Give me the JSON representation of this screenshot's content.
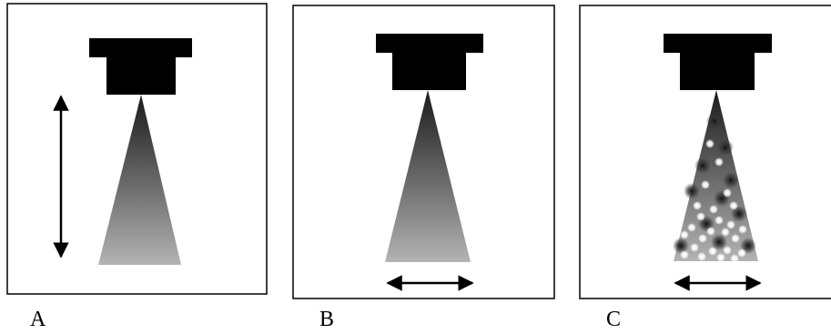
{
  "panels": [
    {
      "label": "A",
      "measure": "vertical"
    },
    {
      "label": "B",
      "measure": "horizontal"
    },
    {
      "label": "C",
      "measure": "horizontal"
    }
  ],
  "colors": {
    "frame": "#000000",
    "nozzle": "#000000",
    "cone_top": "#1a1a1a",
    "cone_bottom": "#b3b3b3",
    "particle_light": "#ffffff",
    "particle_dark": "#222222"
  },
  "icons": [
    "nozzle-icon",
    "spray-cone-icon",
    "double-arrow-icon",
    "particle-icon"
  ]
}
